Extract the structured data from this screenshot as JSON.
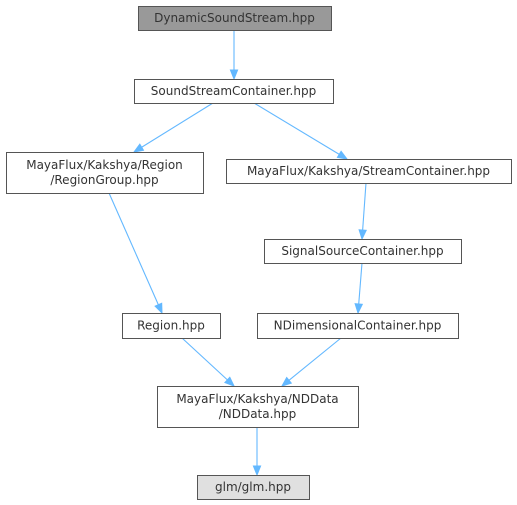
{
  "diagram": {
    "nodes": [
      {
        "id": "dynamic_sound_stream",
        "lines": [
          "DynamicSoundStream.hpp"
        ],
        "fill": "#999999",
        "role": "root"
      },
      {
        "id": "sound_stream_container",
        "lines": [
          "SoundStreamContainer.hpp"
        ],
        "fill": "#ffffff",
        "role": "normal"
      },
      {
        "id": "region_group",
        "lines": [
          "MayaFlux/Kakshya/Region",
          "/RegionGroup.hpp"
        ],
        "fill": "#ffffff",
        "role": "normal"
      },
      {
        "id": "stream_container",
        "lines": [
          "MayaFlux/Kakshya/StreamContainer.hpp"
        ],
        "fill": "#ffffff",
        "role": "normal"
      },
      {
        "id": "signal_source_container",
        "lines": [
          "SignalSourceContainer.hpp"
        ],
        "fill": "#ffffff",
        "role": "normal"
      },
      {
        "id": "region",
        "lines": [
          "Region.hpp"
        ],
        "fill": "#ffffff",
        "role": "normal"
      },
      {
        "id": "ndimensional_container",
        "lines": [
          "NDimensionalContainer.hpp"
        ],
        "fill": "#ffffff",
        "role": "normal"
      },
      {
        "id": "nddata",
        "lines": [
          "MayaFlux/Kakshya/NDData",
          "/NDData.hpp"
        ],
        "fill": "#ffffff",
        "role": "normal"
      },
      {
        "id": "glm",
        "lines": [
          "glm/glm.hpp"
        ],
        "fill": "#e0e0e0",
        "role": "external"
      }
    ],
    "edges": [
      {
        "from": "dynamic_sound_stream",
        "to": "sound_stream_container"
      },
      {
        "from": "sound_stream_container",
        "to": "region_group"
      },
      {
        "from": "sound_stream_container",
        "to": "stream_container"
      },
      {
        "from": "region_group",
        "to": "region"
      },
      {
        "from": "stream_container",
        "to": "signal_source_container"
      },
      {
        "from": "signal_source_container",
        "to": "ndimensional_container"
      },
      {
        "from": "region",
        "to": "nddata"
      },
      {
        "from": "ndimensional_container",
        "to": "nddata"
      },
      {
        "from": "nddata",
        "to": "glm"
      }
    ],
    "colors": {
      "edge": "#63b8ff",
      "border": "#555555",
      "text": "#333333"
    }
  }
}
